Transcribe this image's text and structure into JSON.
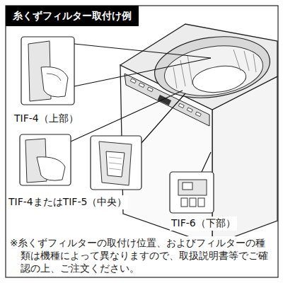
{
  "diagram": {
    "title": "糸くずフィルター取付け例",
    "caption": "※糸くずフィルターの取付け位置、およびフィルターの種類は機種によって異なりますので、取扱説明書等でご確認の上、ご注文ください。",
    "nodes": [
      {
        "text": [
          "TIF-4（上部）"
        ]
      },
      {
        "text": [
          "TIF-4またはTIF-5（中央）"
        ]
      },
      {
        "text": [
          "TIF-6（下部）"
        ]
      }
    ]
  }
}
